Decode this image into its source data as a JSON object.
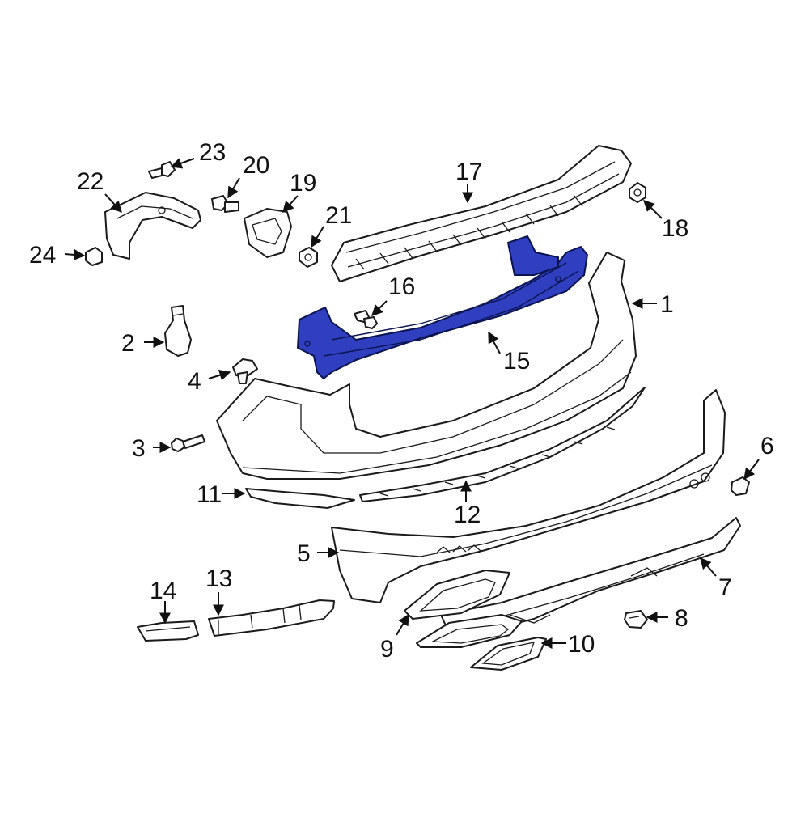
{
  "diagram": {
    "highlight_color": "#2f3fbf",
    "callouts": {
      "c1": "1",
      "c2": "2",
      "c3": "3",
      "c4": "4",
      "c5": "5",
      "c6": "6",
      "c7": "7",
      "c8": "8",
      "c9": "9",
      "c10": "10",
      "c11": "11",
      "c12": "12",
      "c13": "13",
      "c14": "14",
      "c15": "15",
      "c16": "16",
      "c17": "17",
      "c18": "18",
      "c19": "19",
      "c20": "20",
      "c21": "21",
      "c22": "22",
      "c23": "23",
      "c24": "24"
    }
  }
}
